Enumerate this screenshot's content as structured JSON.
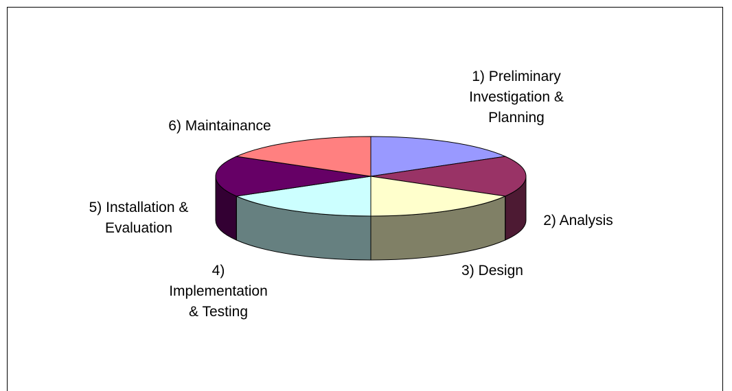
{
  "chart_data": {
    "type": "pie",
    "style": "3d",
    "title": "",
    "categories": [
      "1) Preliminary Investigation & Planning",
      "2) Analysis",
      "3) Design",
      "4) Implementation & Testing",
      "5) Installation & Evaluation",
      "6) Maintainance"
    ],
    "values": [
      1,
      1,
      1,
      1,
      1,
      1
    ],
    "colors": [
      "#9999ff",
      "#993366",
      "#ffffcc",
      "#ccffff",
      "#660066",
      "#ff8080"
    ],
    "labels": [
      {
        "lines": [
          "1) Preliminary",
          "Investigation &",
          "Planning"
        ]
      },
      {
        "lines": [
          "2) Analysis"
        ]
      },
      {
        "lines": [
          "3) Design"
        ]
      },
      {
        "lines": [
          "4)",
          "Implementation",
          "& Testing"
        ]
      },
      {
        "lines": [
          "5) Installation &",
          "Evaluation"
        ]
      },
      {
        "lines": [
          "6) Maintainance"
        ]
      }
    ]
  }
}
